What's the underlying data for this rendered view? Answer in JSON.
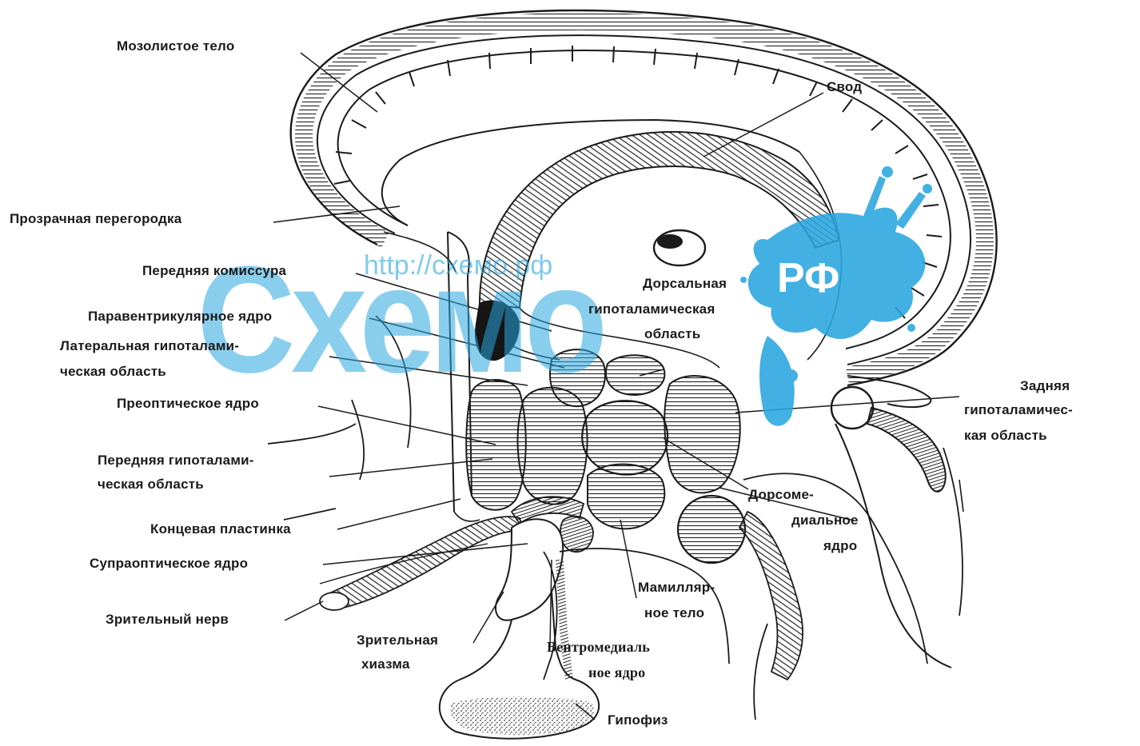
{
  "labels": {
    "corpus_callosum": "Мозолистое тело",
    "fornix": "Свод",
    "septum_pellucidum": "Прозрачная перегородка",
    "anterior_commissure": "Передняя комиссура",
    "paraventricular_nucleus": "Паравентрикулярное ядро",
    "lateral_hypothalamic_1": "Латеральная гипоталами-",
    "lateral_hypothalamic_2": "ческая область",
    "preoptic_nucleus": "Преоптическое ядро",
    "anterior_hypothalamic_1": "Передняя гипоталами-",
    "anterior_hypothalamic_2": "ческая область",
    "lamina_terminalis": "Концевая пластинка",
    "supraoptic_nucleus": "Супраоптическое ядро",
    "optic_nerve": "Зрительный нерв",
    "optic_chiasm_1": "Зрительная",
    "optic_chiasm_2": "хиазма",
    "ventromedial_1": "Вентромедиаль",
    "ventromedial_2": "ное ядро",
    "hypophysis": "Гипофиз",
    "mamillary_1": "Мамилляр-",
    "mamillary_2": "ное тело",
    "dorsomedial_1": "Дорсоме-",
    "dorsomedial_2": "диальное",
    "dorsomedial_3": "ядро",
    "posterior_hypothalamic_1": "Задняя",
    "posterior_hypothalamic_2": "гипоталамичес-",
    "posterior_hypothalamic_3": "кая область",
    "dorsal_hypothalamic_1": "Дорсальная",
    "dorsal_hypothalamic_2": "гипоталамическая",
    "dorsal_hypothalamic_3": "область"
  },
  "watermark": {
    "brand": "Схемо",
    "suffix": "РФ",
    "url": "http://схемо.рф",
    "color": "#2aa6e0"
  },
  "colors": {
    "ink": "#1b1b1b",
    "background": "#ffffff",
    "dark_nucleus": "#151515"
  }
}
